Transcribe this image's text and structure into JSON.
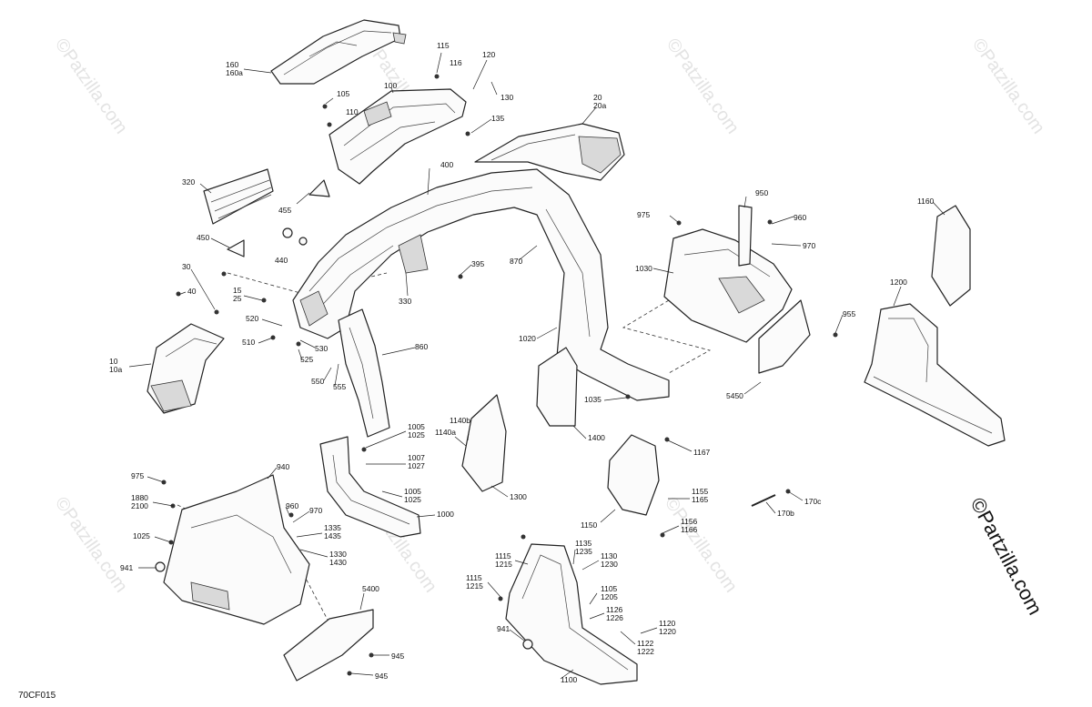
{
  "reference_code": "70CF015",
  "watermark_text": "©Patzilla.com",
  "logo_text": "©Partzilla.com",
  "callouts": [
    {
      "id": "c160",
      "lines": [
        "160",
        "160a"
      ]
    },
    {
      "id": "c115",
      "lines": [
        "115"
      ]
    },
    {
      "id": "c116",
      "lines": [
        "116"
      ]
    },
    {
      "id": "c120",
      "lines": [
        "120"
      ]
    },
    {
      "id": "c130",
      "lines": [
        "130"
      ]
    },
    {
      "id": "c105",
      "lines": [
        "105"
      ]
    },
    {
      "id": "c100",
      "lines": [
        "100"
      ]
    },
    {
      "id": "c110",
      "lines": [
        "110"
      ]
    },
    {
      "id": "c135",
      "lines": [
        "135"
      ]
    },
    {
      "id": "c20",
      "lines": [
        "20",
        "20a"
      ]
    },
    {
      "id": "c320",
      "lines": [
        "320"
      ]
    },
    {
      "id": "c455",
      "lines": [
        "455"
      ]
    },
    {
      "id": "c400",
      "lines": [
        "400"
      ]
    },
    {
      "id": "c450",
      "lines": [
        "450"
      ]
    },
    {
      "id": "c440",
      "lines": [
        "440"
      ]
    },
    {
      "id": "c950",
      "lines": [
        "950"
      ]
    },
    {
      "id": "c975a",
      "lines": [
        "975"
      ]
    },
    {
      "id": "c960a",
      "lines": [
        "960"
      ]
    },
    {
      "id": "c970a",
      "lines": [
        "970"
      ]
    },
    {
      "id": "c1160",
      "lines": [
        "1160"
      ]
    },
    {
      "id": "c30",
      "lines": [
        "30"
      ]
    },
    {
      "id": "c395",
      "lines": [
        "395"
      ]
    },
    {
      "id": "c870",
      "lines": [
        "870"
      ]
    },
    {
      "id": "c1030",
      "lines": [
        "1030"
      ]
    },
    {
      "id": "c40",
      "lines": [
        "40"
      ]
    },
    {
      "id": "c15",
      "lines": [
        "15",
        "25"
      ]
    },
    {
      "id": "c330",
      "lines": [
        "330"
      ]
    },
    {
      "id": "c1200",
      "lines": [
        "1200"
      ]
    },
    {
      "id": "c520",
      "lines": [
        "520"
      ]
    },
    {
      "id": "c955",
      "lines": [
        "955"
      ]
    },
    {
      "id": "c510",
      "lines": [
        "510"
      ]
    },
    {
      "id": "c530",
      "lines": [
        "530"
      ]
    },
    {
      "id": "c1020",
      "lines": [
        "1020"
      ]
    },
    {
      "id": "c860",
      "lines": [
        "860"
      ]
    },
    {
      "id": "c10",
      "lines": [
        "10",
        "10a"
      ]
    },
    {
      "id": "c525",
      "lines": [
        "525"
      ]
    },
    {
      "id": "c550",
      "lines": [
        "550"
      ]
    },
    {
      "id": "c555",
      "lines": [
        "555"
      ]
    },
    {
      "id": "c5450",
      "lines": [
        "5450"
      ]
    },
    {
      "id": "c1035",
      "lines": [
        "1035"
      ]
    },
    {
      "id": "c1005a",
      "lines": [
        "1005",
        "1025"
      ]
    },
    {
      "id": "c1140b",
      "lines": [
        "1140b"
      ]
    },
    {
      "id": "c1140a",
      "lines": [
        "1140a"
      ]
    },
    {
      "id": "c1400",
      "lines": [
        "1400"
      ]
    },
    {
      "id": "c1007",
      "lines": [
        "1007",
        "1027"
      ]
    },
    {
      "id": "c1167",
      "lines": [
        "1167"
      ]
    },
    {
      "id": "c975b",
      "lines": [
        "975"
      ]
    },
    {
      "id": "c940",
      "lines": [
        "940"
      ]
    },
    {
      "id": "c1005b",
      "lines": [
        "1005",
        "1025"
      ]
    },
    {
      "id": "c1300",
      "lines": [
        "1300"
      ]
    },
    {
      "id": "c1155",
      "lines": [
        "1155",
        "1165"
      ]
    },
    {
      "id": "c170c",
      "lines": [
        "170c"
      ]
    },
    {
      "id": "c1880",
      "lines": [
        "1880",
        "2100"
      ]
    },
    {
      "id": "c960b",
      "lines": [
        "960"
      ]
    },
    {
      "id": "c970b",
      "lines": [
        "970"
      ]
    },
    {
      "id": "c1000",
      "lines": [
        "1000"
      ]
    },
    {
      "id": "c170b",
      "lines": [
        "170b"
      ]
    },
    {
      "id": "c1150",
      "lines": [
        "1150"
      ]
    },
    {
      "id": "c1156",
      "lines": [
        "1156",
        "1166"
      ]
    },
    {
      "id": "c1025",
      "lines": [
        "1025"
      ]
    },
    {
      "id": "c1335",
      "lines": [
        "1335",
        "1435"
      ]
    },
    {
      "id": "c1135",
      "lines": [
        "1135",
        "1235"
      ]
    },
    {
      "id": "c1330",
      "lines": [
        "1330",
        "1430"
      ]
    },
    {
      "id": "c1115a",
      "lines": [
        "1115",
        "1215"
      ]
    },
    {
      "id": "c1130",
      "lines": [
        "1130",
        "1230"
      ]
    },
    {
      "id": "c941a",
      "lines": [
        "941"
      ]
    },
    {
      "id": "c1115b",
      "lines": [
        "1115",
        "1215"
      ]
    },
    {
      "id": "c1105",
      "lines": [
        "1105",
        "1205"
      ]
    },
    {
      "id": "c5400",
      "lines": [
        "5400"
      ]
    },
    {
      "id": "c1126",
      "lines": [
        "1126",
        "1226"
      ]
    },
    {
      "id": "c1120",
      "lines": [
        "1120",
        "1220"
      ]
    },
    {
      "id": "c941b",
      "lines": [
        "941"
      ]
    },
    {
      "id": "c1122",
      "lines": [
        "1122",
        "1222"
      ]
    },
    {
      "id": "c945a",
      "lines": [
        "945"
      ]
    },
    {
      "id": "c1100",
      "lines": [
        "1100"
      ]
    },
    {
      "id": "c945b",
      "lines": [
        "945"
      ]
    }
  ]
}
